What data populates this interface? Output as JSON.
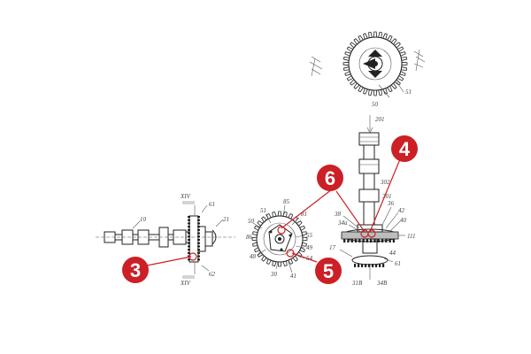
{
  "colors": {
    "callout": "#cc1f26",
    "badge_text": "#ffffff",
    "ink": "#222222"
  },
  "callouts": [
    {
      "number": "3"
    },
    {
      "number": "4"
    },
    {
      "number": "5"
    },
    {
      "number": "6"
    }
  ],
  "labels": {
    "top_gear": {
      "ref_51": "51",
      "ref_50": "50"
    },
    "shaft": {
      "ref_201": "201",
      "ref_301": "301",
      "ref_302": "302",
      "ref_38": "38",
      "ref_36": "36",
      "ref_42": "42",
      "ref_40": "40",
      "ref_111": "111",
      "ref_31B": "31B",
      "ref_34B": "34B",
      "ref_61": "61",
      "ref_44": "44",
      "ref_34a": "34a",
      "ref_17": "17"
    },
    "camshaft": {
      "ref_10": "10",
      "ref_61": "61",
      "ref_21": "21",
      "ref_62": "62",
      "ref_tag1": "XIV",
      "ref_tag2": "XIV"
    },
    "sprocket": {
      "ref_85": "85",
      "ref_81": "81",
      "ref_51": "51",
      "ref_50": "50",
      "ref_48": "48",
      "ref_49": "49",
      "ref_54": "54",
      "ref_55": "55",
      "ref_86": "86",
      "ref_41": "41",
      "ref_30": "30"
    }
  }
}
